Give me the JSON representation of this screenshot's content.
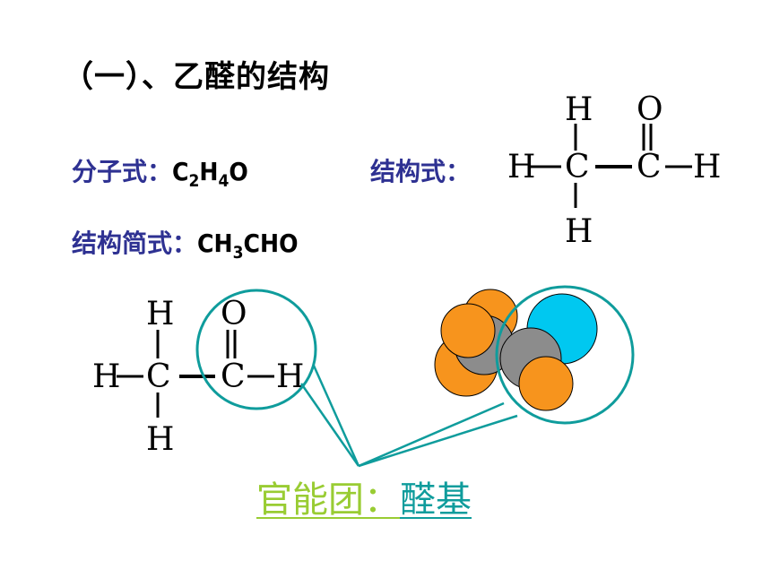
{
  "title": "（一）、乙醛的结构",
  "molecular_formula": {
    "label": "分子式：",
    "parts": {
      "c": "C",
      "c_sub": "2",
      "h": "H",
      "h_sub": "4",
      "o": "O"
    }
  },
  "structural_formula": {
    "label": "结构式："
  },
  "condensed_formula": {
    "label": "结构简式：",
    "parts": {
      "a": "CH",
      "sub": "3",
      "b": "CHO"
    }
  },
  "atoms": {
    "h": "H",
    "c": "C",
    "o": "O"
  },
  "functional_group": {
    "label": "官能团：",
    "value": "醛基"
  },
  "colors": {
    "label_blue": "#2e3192",
    "callout_teal": "#0f9c9c",
    "label_green": "#99cc33",
    "hydrogen_orange": "#f7941d",
    "carbon_gray": "#8c8c8c",
    "oxygen_cyan": "#00c8f0"
  }
}
